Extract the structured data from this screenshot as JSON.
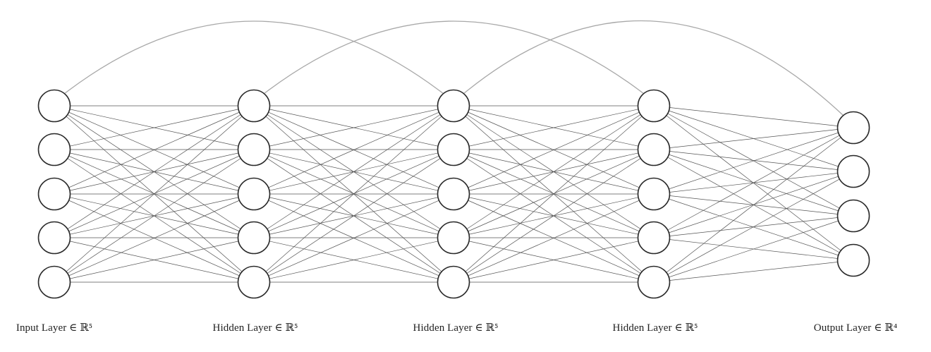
{
  "diagram": {
    "layers": [
      {
        "label": "Input Layer ∈ ℝ⁵",
        "neurons": 5
      },
      {
        "label": "Hidden Layer ∈ ℝ⁵",
        "neurons": 5
      },
      {
        "label": "Hidden Layer ∈ ℝ⁵",
        "neurons": 5
      },
      {
        "label": "Hidden Layer ∈ ℝ⁵",
        "neurons": 5
      },
      {
        "label": "Output Layer ∈ ℝ⁴",
        "neurons": 4
      }
    ],
    "connections": "fully-connected between adjacent layers",
    "skip_connections": [
      {
        "from_layer": 0,
        "to_layer": 2
      },
      {
        "from_layer": 1,
        "to_layer": 3
      },
      {
        "from_layer": 2,
        "to_layer": 4
      }
    ]
  }
}
